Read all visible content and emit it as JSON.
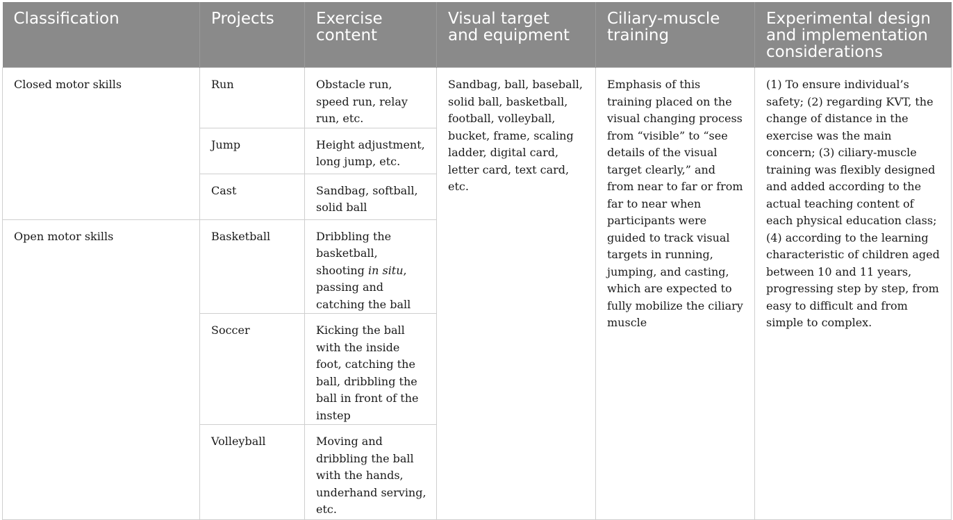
{
  "table": {
    "headers": [
      "Classification",
      "Projects",
      "Exercise content",
      "Visual target and equipment",
      "Ciliary-muscle training",
      "Experimental design and implementation considerations"
    ],
    "groups": [
      {
        "classification": "Closed motor skills",
        "rows": [
          {
            "project": "Run",
            "content": "Obstacle run, speed run, relay run, etc."
          },
          {
            "project": "Jump",
            "content": "Height adjustment, long jump, etc."
          },
          {
            "project": "Cast",
            "content": "Sandbag, softball, solid ball"
          }
        ]
      },
      {
        "classification": "Open motor skills",
        "rows": [
          {
            "project": "Basketball",
            "content_pre": "Dribbling the basketball, shooting",
            "content_italic": "in situ",
            "content_post": ", passing and catching the ball"
          },
          {
            "project": "Soccer",
            "content": "Kicking the ball with the inside foot, catching the ball, dribbling the ball in front of the instep"
          },
          {
            "project": "Volleyball",
            "content": "Moving and dribbling the ball with the hands, underhand serving, etc."
          }
        ]
      }
    ],
    "visual_target": "Sandbag, ball, baseball, solid ball, basketball, football, volleyball, bucket, frame, scaling ladder, digital card, letter card, text card, etc.",
    "ciliary_training": "Emphasis of this training placed on the visual changing process from “visible” to “see details of the visual target clearly,” and from near to far or from far to near when participants were guided to track visual targets in running, jumping, and casting, which are expected to fully mobilize the ciliary muscle",
    "design_considerations": "(1) To ensure individual’s safety; (2) regarding KVT, the change of distance in the exercise was the main concern; (3) ciliary-muscle training was flexibly designed and added according to the actual teaching content of each physical education class; (4) according to the learning characteristic of children aged between 10 and 11 years, progressing step by step, from easy to difficult and from simple to complex."
  }
}
